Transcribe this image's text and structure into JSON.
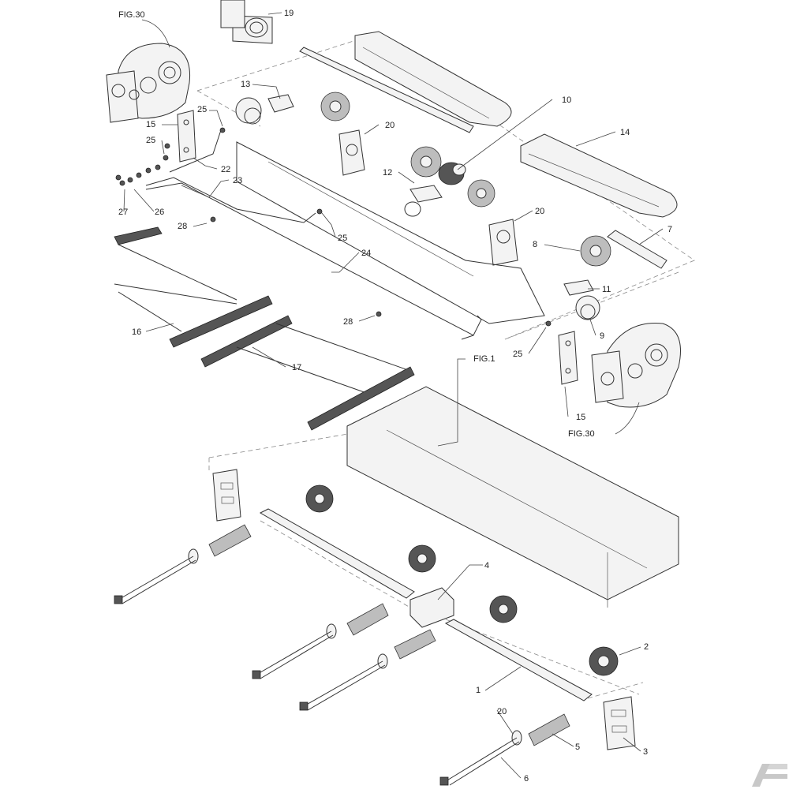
{
  "callouts": [
    {
      "id": "fig30-top",
      "text": "FIG.30"
    },
    {
      "id": "19",
      "text": "19"
    },
    {
      "id": "13",
      "text": "13"
    },
    {
      "id": "25a",
      "text": "25"
    },
    {
      "id": "15a",
      "text": "15"
    },
    {
      "id": "25b",
      "text": "25"
    },
    {
      "id": "22",
      "text": "22"
    },
    {
      "id": "23",
      "text": "23"
    },
    {
      "id": "27",
      "text": "27"
    },
    {
      "id": "26",
      "text": "26"
    },
    {
      "id": "28a",
      "text": "28"
    },
    {
      "id": "25c",
      "text": "25"
    },
    {
      "id": "20a",
      "text": "20"
    },
    {
      "id": "10",
      "text": "10"
    },
    {
      "id": "14",
      "text": "14"
    },
    {
      "id": "12",
      "text": "12"
    },
    {
      "id": "20b",
      "text": "20"
    },
    {
      "id": "7",
      "text": "7"
    },
    {
      "id": "8",
      "text": "8"
    },
    {
      "id": "24",
      "text": "24"
    },
    {
      "id": "11",
      "text": "11"
    },
    {
      "id": "28b",
      "text": "28"
    },
    {
      "id": "16",
      "text": "16"
    },
    {
      "id": "9",
      "text": "9"
    },
    {
      "id": "25d",
      "text": "25"
    },
    {
      "id": "fig1",
      "text": "FIG.1"
    },
    {
      "id": "17",
      "text": "17"
    },
    {
      "id": "15b",
      "text": "15"
    },
    {
      "id": "fig30-bottom",
      "text": "FIG.30"
    },
    {
      "id": "4",
      "text": "4"
    },
    {
      "id": "2",
      "text": "2"
    },
    {
      "id": "1",
      "text": "1"
    },
    {
      "id": "20c",
      "text": "20"
    },
    {
      "id": "5",
      "text": "5"
    },
    {
      "id": "3",
      "text": "3"
    },
    {
      "id": "6",
      "text": "6"
    }
  ]
}
